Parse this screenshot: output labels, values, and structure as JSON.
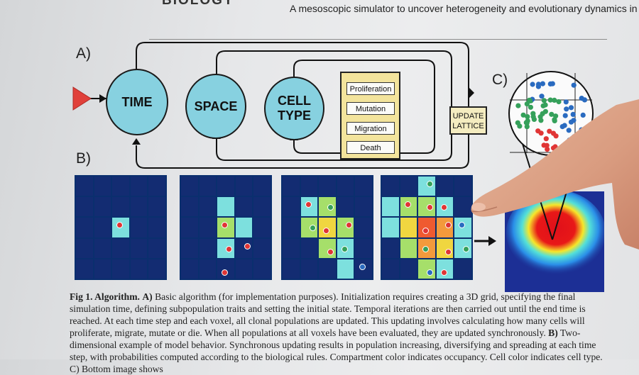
{
  "header": {
    "journal_cut": "BIOLOGY",
    "subtitle": "A mesoscopic simulator to uncover heterogeneity and evolutionary dynamics in tumors"
  },
  "panel_labels": {
    "a": "A)",
    "b": "B)",
    "c": "C)"
  },
  "loop": {
    "time": "TIME",
    "space": "SPACE",
    "cell_type_line1": "CELL",
    "cell_type_line2": "TYPE",
    "actions": [
      "Proliferation",
      "Mutation",
      "Migration",
      "Death"
    ],
    "update_line1": "UPDATE",
    "update_line2": "LATTICE"
  },
  "caption": {
    "fig_label": "Fig 1. Algorithm.",
    "a_label": "A)",
    "text_1": " Basic algorithm (for implementation purposes). Initialization requires creating a 3D grid, specifying the final simulation time, defining subpopulation traits and setting the initial state. Temporal iterations are then carried out until the end time is reached. At each time step and each voxel, all clonal populations are updated. This updating involves calculating how many cells will proliferate, migrate, mutate or die. When all populations at all voxels have been evaluated, they are updated synchronously. ",
    "b_label": "B)",
    "text_2": " Two-dimensional example of model behavior. Synchronous updating results in population increasing, diversifying and spreading at each time step, with probabilities computed according to the biological rules. Compartment color indicates occupancy. Cell color indicates cell type. C) Bottom image shows"
  },
  "colors": {
    "circle_fill": "#87d1e0",
    "grid_background": "#132c72",
    "action_box": "#f3e49c",
    "arrow_start": "#e0403a"
  },
  "icons": [
    "start-arrow-icon",
    "pointing-hand"
  ]
}
